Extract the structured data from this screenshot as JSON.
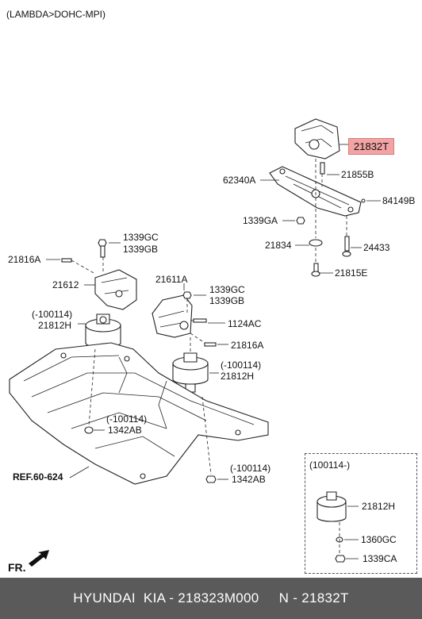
{
  "header": {
    "variant": "(LAMBDA>DOHC-MPI)"
  },
  "callouts": {
    "highlighted": "21832T",
    "l_21855B": "21855B",
    "l_62340A": "62340A",
    "l_84149B": "84149B",
    "l_1339GA": "1339GA",
    "l_21834": "21834",
    "l_24433": "24433",
    "l_21815E": "21815E",
    "l_1339GC_a": "1339GC",
    "l_1339GB_a": "1339GB",
    "l_21816A_a": "21816A",
    "l_21612": "21612",
    "l_21611A": "21611A",
    "l_1339GC_b": "1339GC",
    "l_1339GB_b": "1339GB",
    "l_100114_a": "(-100114)",
    "l_21812H_a": "21812H",
    "l_1124AC": "1124AC",
    "l_21816A_b": "21816A",
    "l_100114_b": "(-100114)",
    "l_21812H_b": "21812H",
    "l_100114_c": "(-100114)",
    "l_1342AB_a": "1342AB",
    "l_ref": "REF.60-624",
    "l_100114_d": "(-100114)",
    "l_1342AB_b": "1342AB",
    "l_fr": "FR."
  },
  "inset": {
    "title": "(100114-)",
    "l_21812H": "21812H",
    "l_1360GC": "1360GC",
    "l_1339CA": "1339CA"
  },
  "footer": {
    "text": "HYUNDAI  KIA - 218323M000     N - 21832T"
  },
  "colors": {
    "highlight": "#f2a3a3",
    "footer_bg": "#5a5a5a"
  }
}
